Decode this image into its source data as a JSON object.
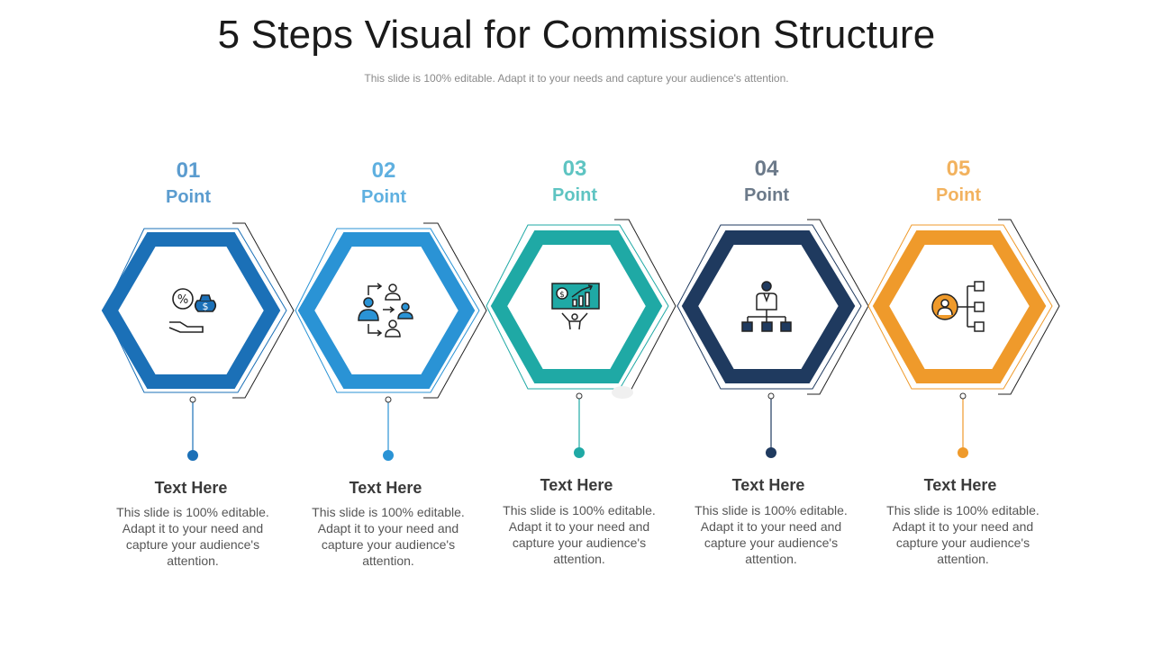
{
  "title": "5 Steps Visual for Commission Structure",
  "subtitle": "This slide is 100% editable. Adapt it to your needs and capture your audience's attention.",
  "steps": [
    {
      "number": "01",
      "label": "Point",
      "heading": "Text Here",
      "description": "This slide is 100% editable. Adapt it to your need and capture your audience's attention.",
      "color": "#1b70b7",
      "label_color": "#5b9ccf",
      "icon": "commission-money-hand-icon"
    },
    {
      "number": "02",
      "label": "Point",
      "heading": "Text Here",
      "description": "This slide is 100% editable. Adapt it to your need and capture your audience's attention.",
      "color": "#2a93d5",
      "label_color": "#5fb0e0",
      "icon": "referral-network-icon"
    },
    {
      "number": "03",
      "label": "Point",
      "heading": "Text Here",
      "description": "This slide is 100% editable. Adapt it to your need and capture your audience's attention.",
      "color": "#1fa9a5",
      "label_color": "#5ec4c2",
      "icon": "money-growth-icon"
    },
    {
      "number": "04",
      "label": "Point",
      "heading": "Text Here",
      "description": "This slide is 100% editable. Adapt it to your need and capture your audience's attention.",
      "color": "#1f3a5f",
      "label_color": "#6c7a8a",
      "icon": "hierarchy-icon"
    },
    {
      "number": "05",
      "label": "Point",
      "heading": "Text Here",
      "description": "This slide is 100% editable. Adapt it to your need and capture your audience's attention.",
      "color": "#ef9a2b",
      "label_color": "#f2b25e",
      "icon": "org-structure-icon"
    }
  ]
}
